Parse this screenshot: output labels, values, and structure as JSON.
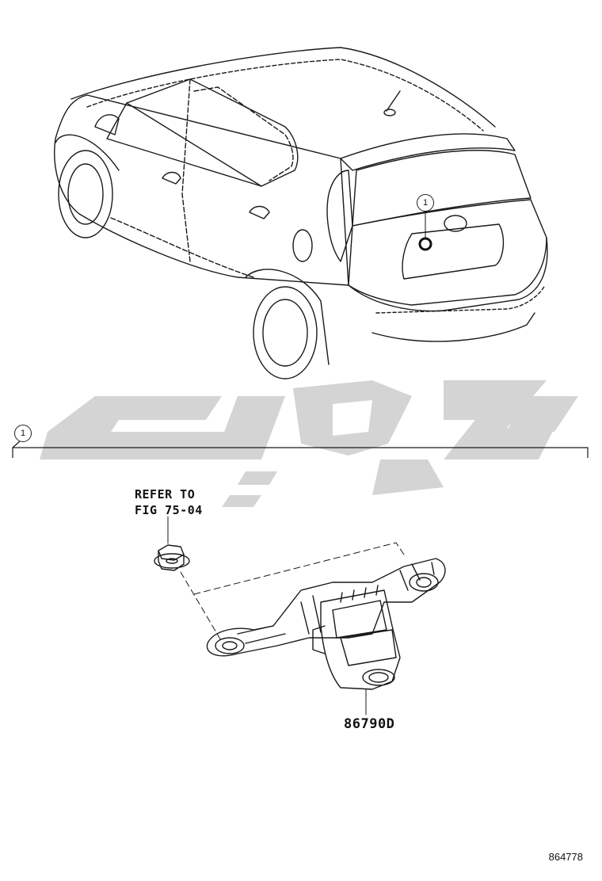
{
  "callout_number": "1",
  "refer_label": {
    "line1": "REFER TO",
    "line2": "FIG 75-04"
  },
  "part_number": "86790D",
  "illustration_id": "864778",
  "colors": {
    "line": "#1a1a1a",
    "watermark": "#d4d4d4",
    "highlight": "#111111"
  },
  "icons": {
    "vehicle": "car-rear-view-drawing",
    "part": "rear-view-camera-drawing",
    "fastener": "nut-drawing"
  }
}
